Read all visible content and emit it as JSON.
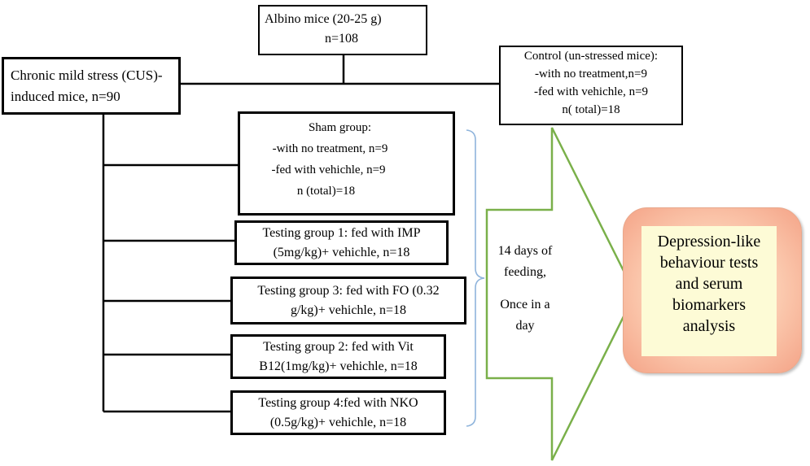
{
  "top_box": {
    "line1": "Albino mice (20-25 g)",
    "line2": "n=108"
  },
  "cus_box": {
    "line1": "Chronic mild stress (CUS)-",
    "line2": "induced mice, n=90"
  },
  "control_box": {
    "line1": "Control (un-stressed mice):",
    "line2": "-with no treatment,n=9",
    "line3": "-fed with vehichle, n=9",
    "line4": "n( total)=18"
  },
  "sham_box": {
    "line1": "Sham group:",
    "line2": "-with no treatment, n=9",
    "line3": "-fed with vehichle, n=9",
    "line4": "n (total)=18"
  },
  "groups": [
    {
      "line1": "Testing group 1: fed with IMP",
      "line2": "(5mg/kg)+ vehichle, n=18"
    },
    {
      "line1": "Testing group 3: fed with FO (0.32",
      "line2": "g/kg)+ vehichle, n=18"
    },
    {
      "line1": "Testing group 2: fed with Vit",
      "line2": "B12(1mg/kg)+ vehichle, n=18"
    },
    {
      "line1": "Testing group 4:fed with NKO",
      "line2": "(0.5g/kg)+ vehichle, n=18"
    }
  ],
  "arrow_text": {
    "line1": "14 days of",
    "line2": "feeding,",
    "line3": "Once in a",
    "line4": "day"
  },
  "result_box": {
    "line1": "Depression-like",
    "line2": "behaviour tests",
    "line3": "and serum",
    "line4": "biomarkers",
    "line5": "analysis"
  },
  "colors": {
    "arrow_stroke": "#7ab04a",
    "bracket_stroke": "#8fb4dc",
    "result_border": "#f4a387",
    "result_inner": "#fdfbd6"
  }
}
